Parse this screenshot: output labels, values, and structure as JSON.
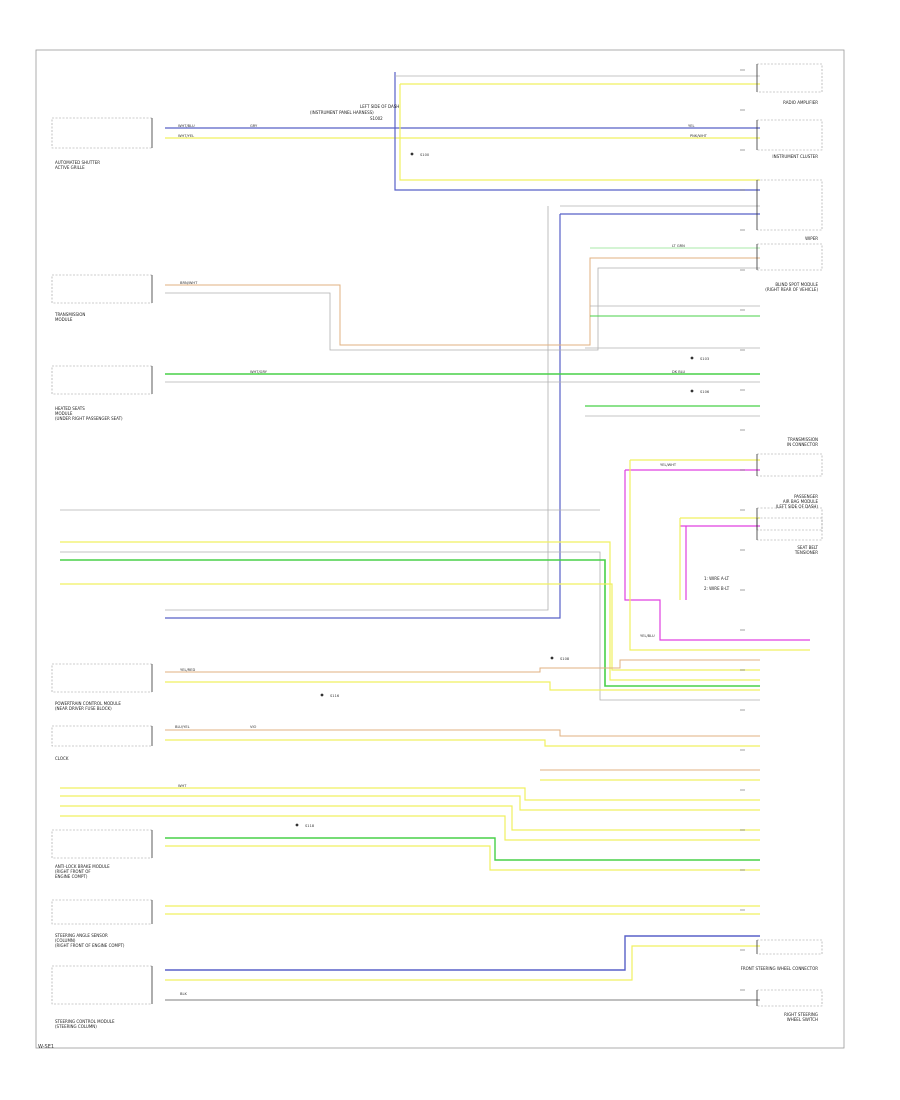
{
  "footer_code": "W-SE1",
  "wire_colors": {
    "blue": "#5860c8",
    "yellow": "#f0f060",
    "green": "#48d048",
    "light_green": "#a8e8a8",
    "magenta": "#e040e0",
    "orange": "#e0b080",
    "gray": "#b0b0b0",
    "dark": "#555555"
  },
  "components": {
    "left": [
      {
        "name": "AUTOMATED SHUTTER",
        "sub": "ACTIVE GRILLE"
      },
      {
        "name": "TRANSMISSION",
        "sub": "MODULE"
      },
      {
        "name": "HEATED SEATS",
        "sub": "MODULE",
        "sub2": "(UNDER RIGHT PASSENGER SEAT)"
      },
      {
        "name": "POWERTRAIN CONTROL MODULE",
        "sub": "(NEAR DRIVER FUSE BLOCK)"
      },
      {
        "name": "CLOCK"
      },
      {
        "name": "ANTI-LOCK BRAKE MODULE",
        "sub": "(RIGHT FRONT OF",
        "sub2": "ENGINE COMPT)"
      },
      {
        "name": "STEERING ANGLE SENSOR",
        "sub": "(COLUMN)",
        "sub2": "(RIGHT FRONT OF ENGINE COMPT)"
      },
      {
        "name": "STEERING CONTROL MODULE",
        "sub": "(STEERING COLUMN)"
      }
    ],
    "right": [
      {
        "name": "RADIO AMPLIFIER"
      },
      {
        "name": "INSTRUMENT CLUSTER"
      },
      {
        "name": "WIPER"
      },
      {
        "name": "BLIND SPOT MODULE",
        "sub": "(RIGHT REAR OF VEHICLE)"
      },
      {
        "name": "TRANSMISSION",
        "sub": "IN CONNECTOR"
      },
      {
        "name": "PASSENGER",
        "sub": "AIR BAG MODULE",
        "sub2": "(LEFT SIDE OF DASH)"
      },
      {
        "name": "SEAT BELT",
        "sub": "TENSIONER"
      },
      {
        "name": "FRONT STEERING WHEEL CONNECTOR"
      },
      {
        "name": "RIGHT STEERING",
        "sub": "WHEEL SWITCH"
      }
    ]
  },
  "top_label": {
    "line1": "LEFT SIDE OF DASH",
    "line2": "(INSTRUMENT PANEL HARNESS)",
    "line3": "S1002"
  },
  "splices": [
    "S100",
    "S103",
    "S106",
    "S108",
    "S116",
    "S118"
  ],
  "legend": [
    "1: WIRE A-LT",
    "2: WIRE B-LT"
  ],
  "wire_tags": [
    "WHT/BLU",
    "WHT/YEL",
    "LT GRN",
    "GRY",
    "YEL",
    "PNK/WHT",
    "DK BLU",
    "WHT/GRY",
    "BRN/WHT",
    "YEL/WHT",
    "YEL/BLU",
    "YEL/RED",
    "BLU/YEL",
    "VIO",
    "WHT",
    "BLK"
  ]
}
